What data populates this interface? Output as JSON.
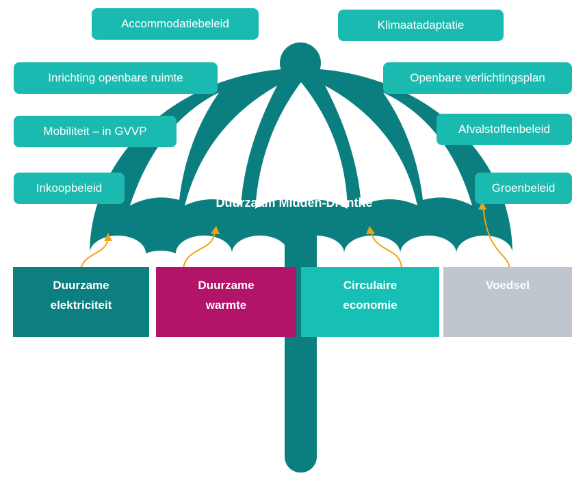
{
  "title": "Duurzaam Midden-Drenthe",
  "colors": {
    "umbrella": "#0b7f80",
    "policy_box": "#1bbab0",
    "arrow": "#f2a31b",
    "elektriciteit": "#0d7f80",
    "warmte": "#b2146a",
    "circulair": "#16c0b5",
    "voedsel": "#bfc6ce"
  },
  "policies_left": [
    "Accommodatiebeleid",
    "Inrichting openbare ruimte",
    "Mobiliteit – in GVVP",
    "Inkoopbeleid"
  ],
  "policies_right": [
    "Klimaatadaptatie",
    "Openbare verlichtingsplan",
    "Afvalstoffenbeleid",
    "Groenbeleid"
  ],
  "themes": [
    {
      "line1": "Duurzame",
      "line2": "elektriciteit"
    },
    {
      "line1": "Duurzame",
      "line2": "warmte"
    },
    {
      "line1": "Circulaire",
      "line2": "economie"
    },
    {
      "line1": "Voedsel",
      "line2": ""
    }
  ]
}
